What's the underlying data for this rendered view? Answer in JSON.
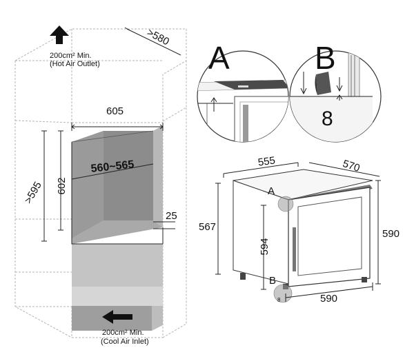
{
  "cabinet": {
    "depth_label": ">580",
    "niche_width_label": "605",
    "niche_depth_label": "560~565",
    "niche_height_label": "602",
    "min_height_label": ">595",
    "plinth_label": "25",
    "hot_air": {
      "area": "200cm² Min.",
      "desc": "(Hot Air Outlet)"
    },
    "cool_air": {
      "area": "200cm² Min.",
      "desc": "(Cool Air Inlet)"
    }
  },
  "detail_a": {
    "letter": "A"
  },
  "detail_b": {
    "letter": "B",
    "gap_label": "8"
  },
  "appliance": {
    "width_label": "555",
    "depth_label": "570",
    "height_label": "567",
    "door_height_label": "594",
    "overall_height_label": "590",
    "door_width_label": "590",
    "marker_a": "A",
    "marker_b": "B",
    "small_gap_label": "8"
  },
  "colors": {
    "niche_dark": "#8c8c8c",
    "niche_mid": "#a6a6a6",
    "niche_light": "#c4c4c4",
    "line": "#222222"
  }
}
